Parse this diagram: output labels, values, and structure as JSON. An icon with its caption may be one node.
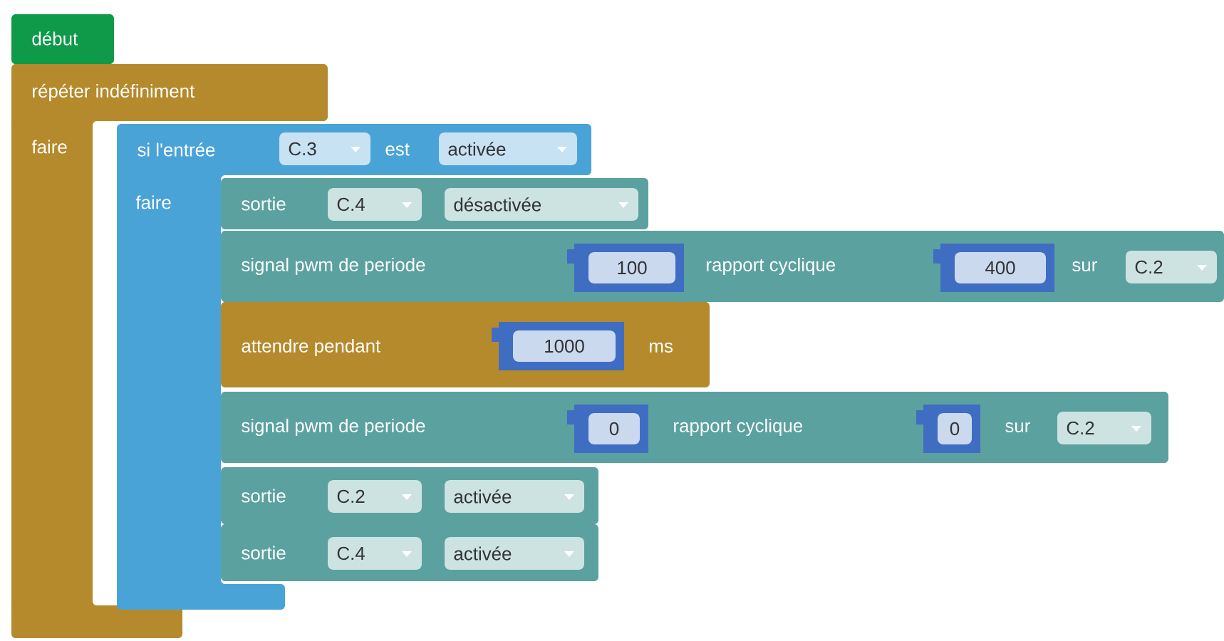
{
  "diagram": {
    "nodes": [
      {
        "text": [
          "début"
        ]
      },
      {
        "text": [
          "répéter indéfiniment",
          "faire"
        ]
      },
      {
        "text": [
          "si l'entrée",
          "est",
          "faire"
        ]
      },
      {
        "text": [
          "C.3"
        ],
        "in": 2
      },
      {
        "text": [
          "activée"
        ],
        "in": 2
      },
      {
        "text": [
          "sortie"
        ]
      },
      {
        "text": [
          "C.4"
        ],
        "in": 5
      },
      {
        "text": [
          "désactivée"
        ],
        "in": 5
      },
      {
        "text": [
          "signal pwm de periode",
          "rapport cyclique",
          "sur"
        ]
      },
      {
        "text": [
          "100"
        ],
        "in": 8
      },
      {
        "text": [
          "400"
        ],
        "in": 8
      },
      {
        "text": [
          "C.2"
        ],
        "in": 8
      },
      {
        "text": [
          "attendre pendant",
          "ms"
        ]
      },
      {
        "text": [
          "1000"
        ],
        "in": 12
      },
      {
        "text": [
          "signal pwm de periode",
          "rapport cyclique",
          "sur"
        ]
      },
      {
        "text": [
          "0"
        ],
        "in": 14
      },
      {
        "text": [
          "0"
        ],
        "in": 14
      },
      {
        "text": [
          "C.2"
        ],
        "in": 14
      },
      {
        "text": [
          "sortie"
        ]
      },
      {
        "text": [
          "C.2"
        ],
        "in": 18
      },
      {
        "text": [
          "activée"
        ],
        "in": 18
      },
      {
        "text": [
          "sortie"
        ]
      },
      {
        "text": [
          "C.4"
        ],
        "in": 21
      },
      {
        "text": [
          "activée"
        ],
        "in": 21
      }
    ]
  }
}
